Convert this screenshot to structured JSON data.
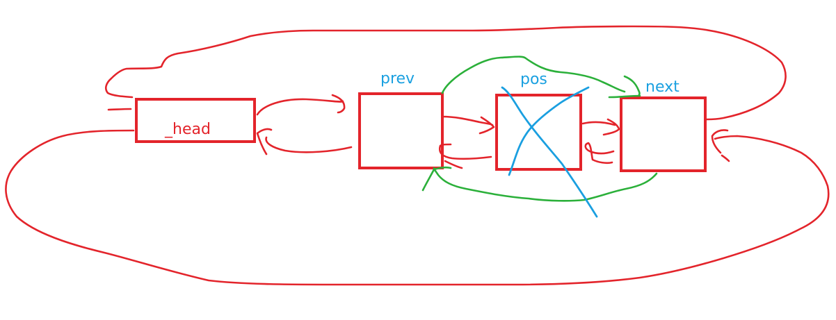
{
  "nodes": [
    {
      "id": "head",
      "label": "_head"
    },
    {
      "id": "prev",
      "label": "prev"
    },
    {
      "id": "pos",
      "label": "pos"
    },
    {
      "id": "next",
      "label": "next"
    }
  ],
  "colors": {
    "node_outline": "#e3242b",
    "link_arrows": "#e3242b",
    "head_label": "#e3242b",
    "pointer_labels": "#1aa0e0",
    "new_links": "#2bb03a",
    "removed_cross": "#1a9fe0"
  }
}
